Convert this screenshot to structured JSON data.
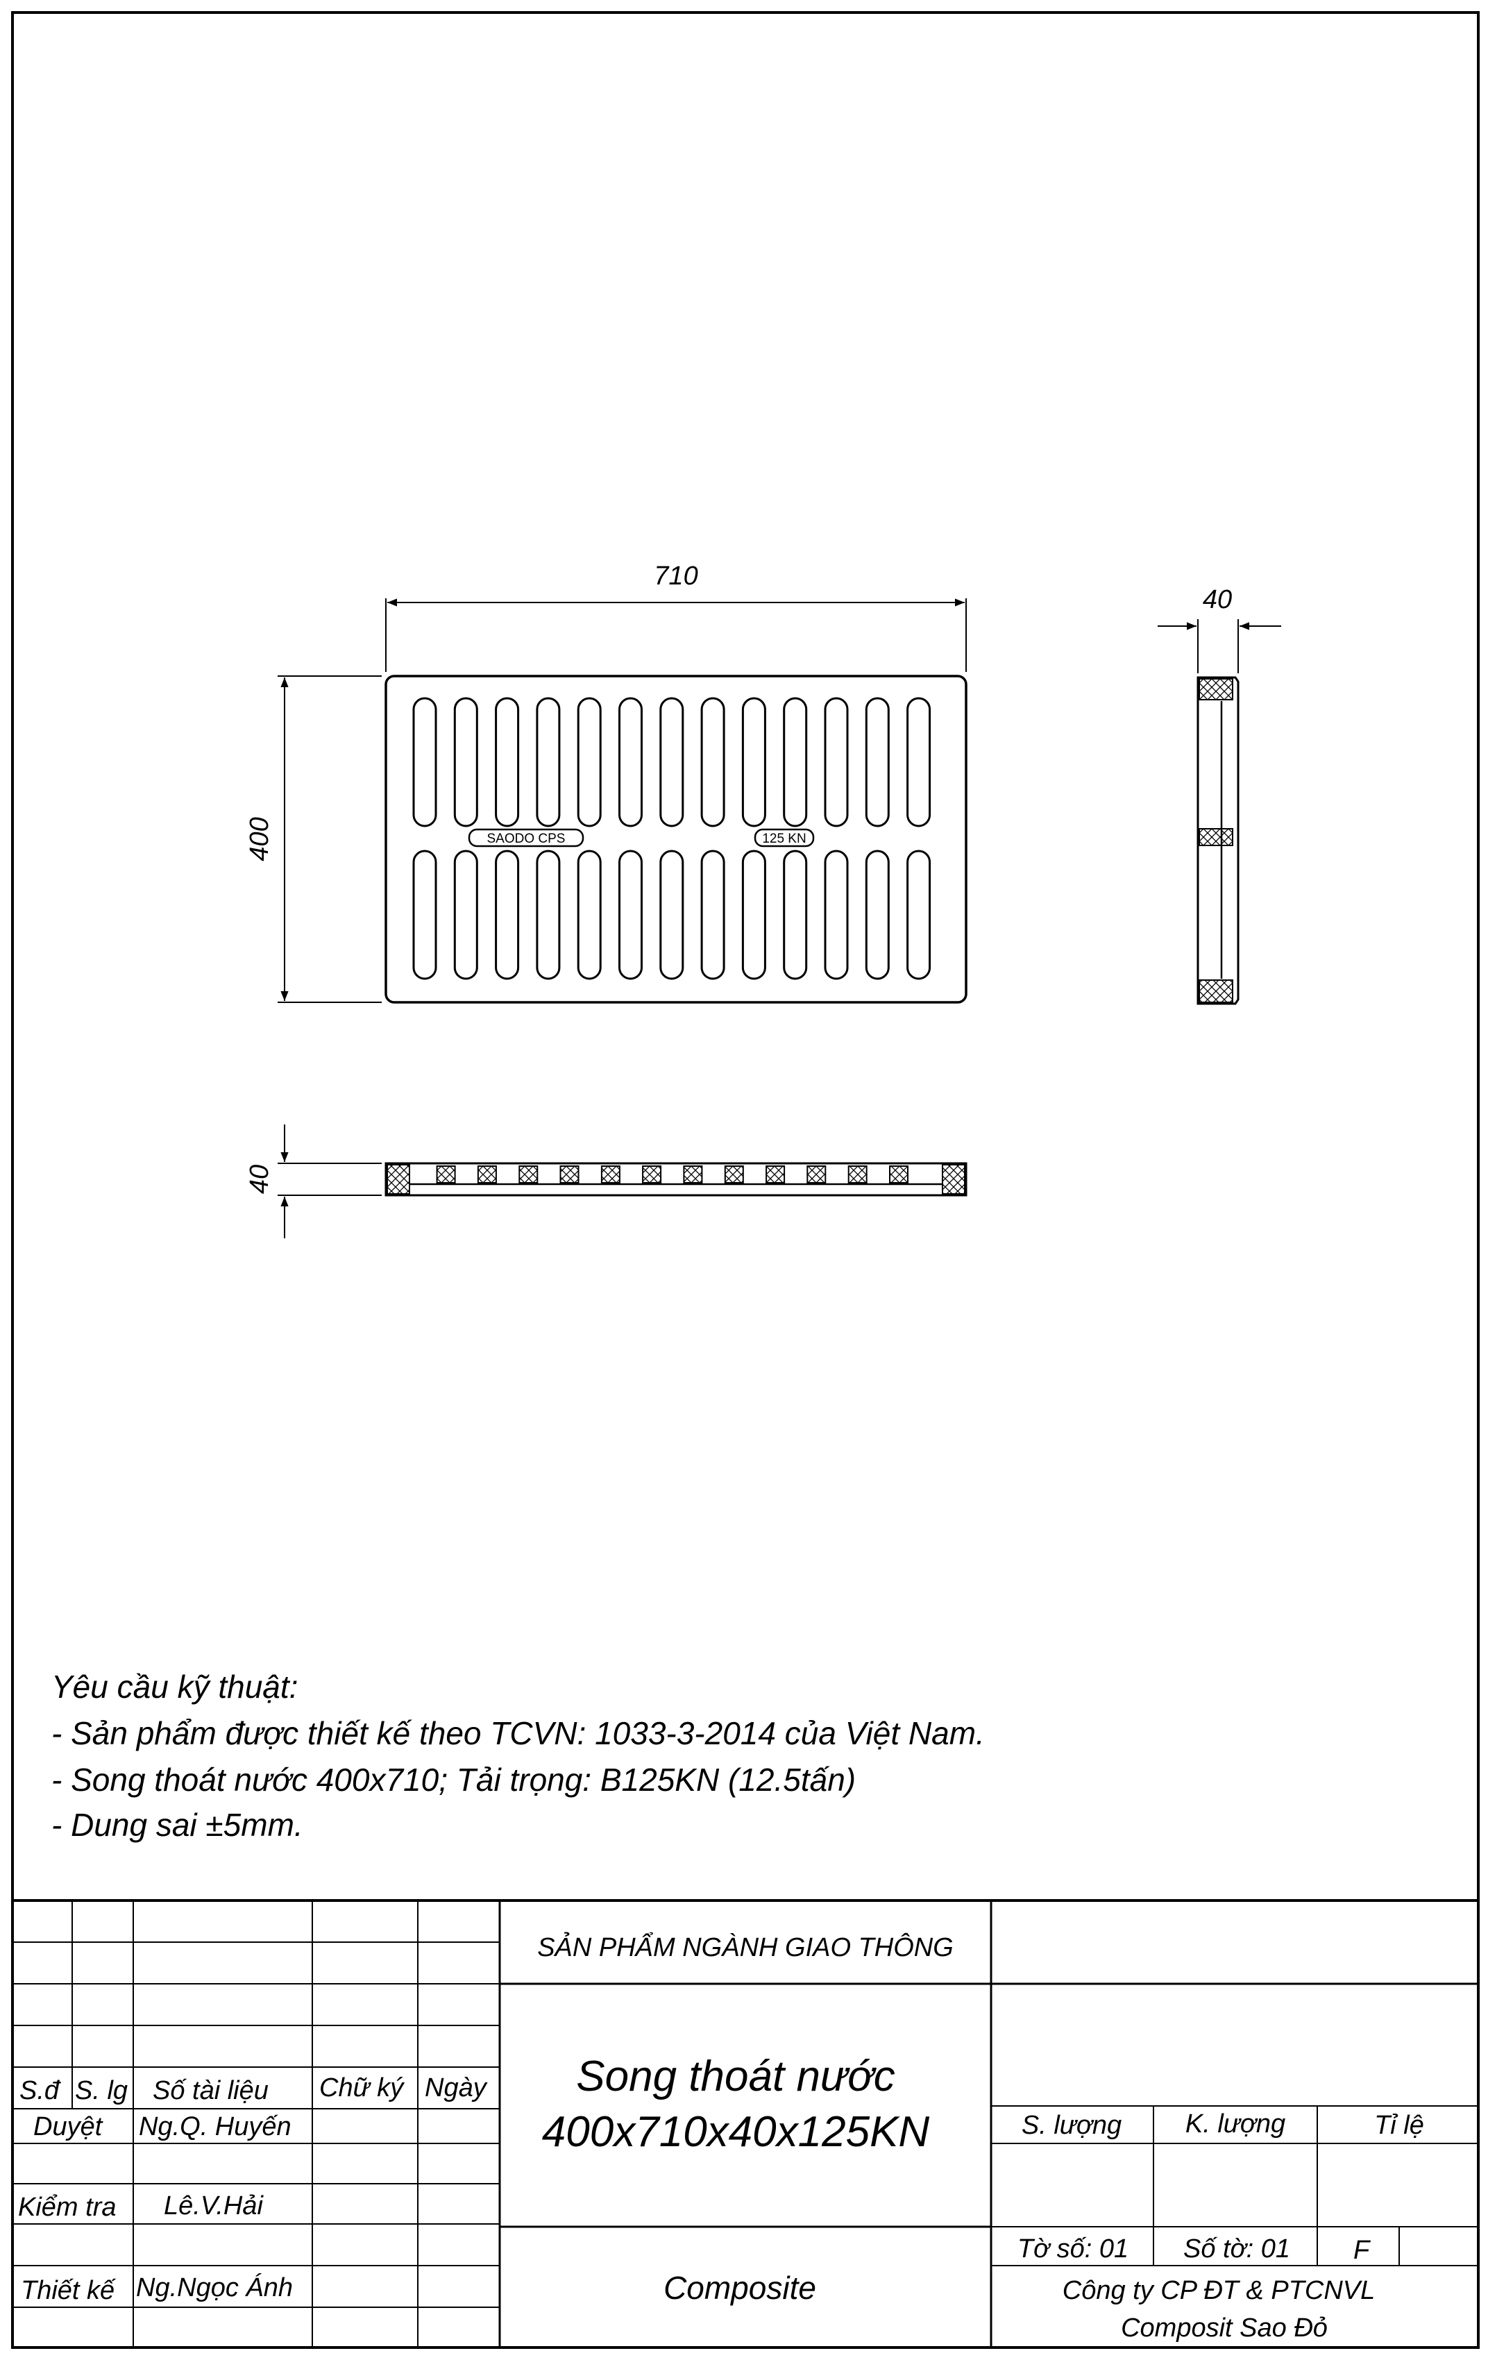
{
  "drawing": {
    "dimensions": {
      "width_label": "710",
      "height_label": "400",
      "side_thickness_label": "40",
      "bottom_thickness_label": "40"
    },
    "plate_labels": {
      "brand": "SAODO CPS",
      "load": "125 KN"
    },
    "slots": {
      "columns": 13,
      "rows": 2
    }
  },
  "requirements": {
    "heading": "Yêu cầu kỹ thuật:",
    "lines": [
      "- Sản phẩm được thiết kế theo TCVN: 1033-3-2014 của Việt Nam.",
      "- Song thoát nước 400x710; Tải trọng: B125KN (12.5tấn)",
      "- Dung sai ±5mm."
    ]
  },
  "title_block": {
    "category": "SẢN PHẨM NGÀNH GIAO THÔNG",
    "product_line1": "Song thoát nước",
    "product_line2": "400x710x40x125KN",
    "material": "Composite",
    "headers": {
      "sd": "S.đ",
      "slg": "S. lg",
      "so_tai_lieu": "Số tài liệu",
      "chu_ky": "Chữ ký",
      "ngay": "Ngày"
    },
    "roles": {
      "duyet_label": "Duyệt",
      "duyet_name": "Ng.Q. Huyến",
      "kiem_tra_label": "Kiểm tra",
      "kiem_tra_name": "Lê.V.Hải",
      "thiet_ke_label": "Thiết kế",
      "thiet_ke_name": "Ng.Ngọc Ánh"
    },
    "info": {
      "s_luong": "S. lượng",
      "k_luong": "K. lượng",
      "ti_le": "Tỉ lệ",
      "to_so": "Tờ số: 01",
      "so_to": "Số tờ: 01",
      "format": "F",
      "company_line1": "Công ty CP ĐT & PTCNVL",
      "company_line2": "Composit Sao Đỏ"
    }
  }
}
